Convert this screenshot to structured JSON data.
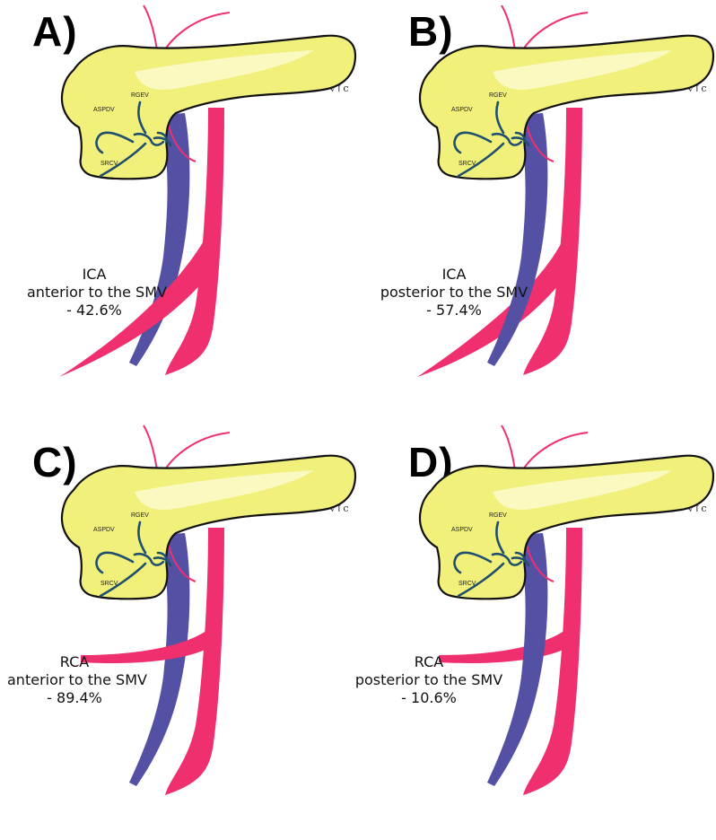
{
  "panels": [
    {
      "id": "A",
      "label": "A)",
      "caption": [
        "ICA",
        "anterior to the SMV",
        "- 42.6%"
      ]
    },
    {
      "id": "B",
      "label": "B)",
      "caption": [
        "ICA",
        "posterior to the SMV",
        "- 57.4%"
      ]
    },
    {
      "id": "C",
      "label": "C)",
      "caption": [
        "RCA",
        "anterior to the SMV",
        "- 89.4%"
      ]
    },
    {
      "id": "D",
      "label": "D)",
      "caption": [
        "RCA",
        "posterior to the SMV",
        "- 10.6%"
      ]
    }
  ],
  "vessel_labels": {
    "aspdv": "ASPDV",
    "rgev": "RGEV",
    "srcv": "SRCV"
  },
  "pancreas_mark": "ⱴ↑c",
  "colors": {
    "pancreas_fill": "#f1f07a",
    "pancreas_highlight": "#fbfbd2",
    "smv": "#5451a5",
    "sma": "#ef2f6e",
    "veins": "#1f4f6e",
    "outline": "#111111"
  }
}
